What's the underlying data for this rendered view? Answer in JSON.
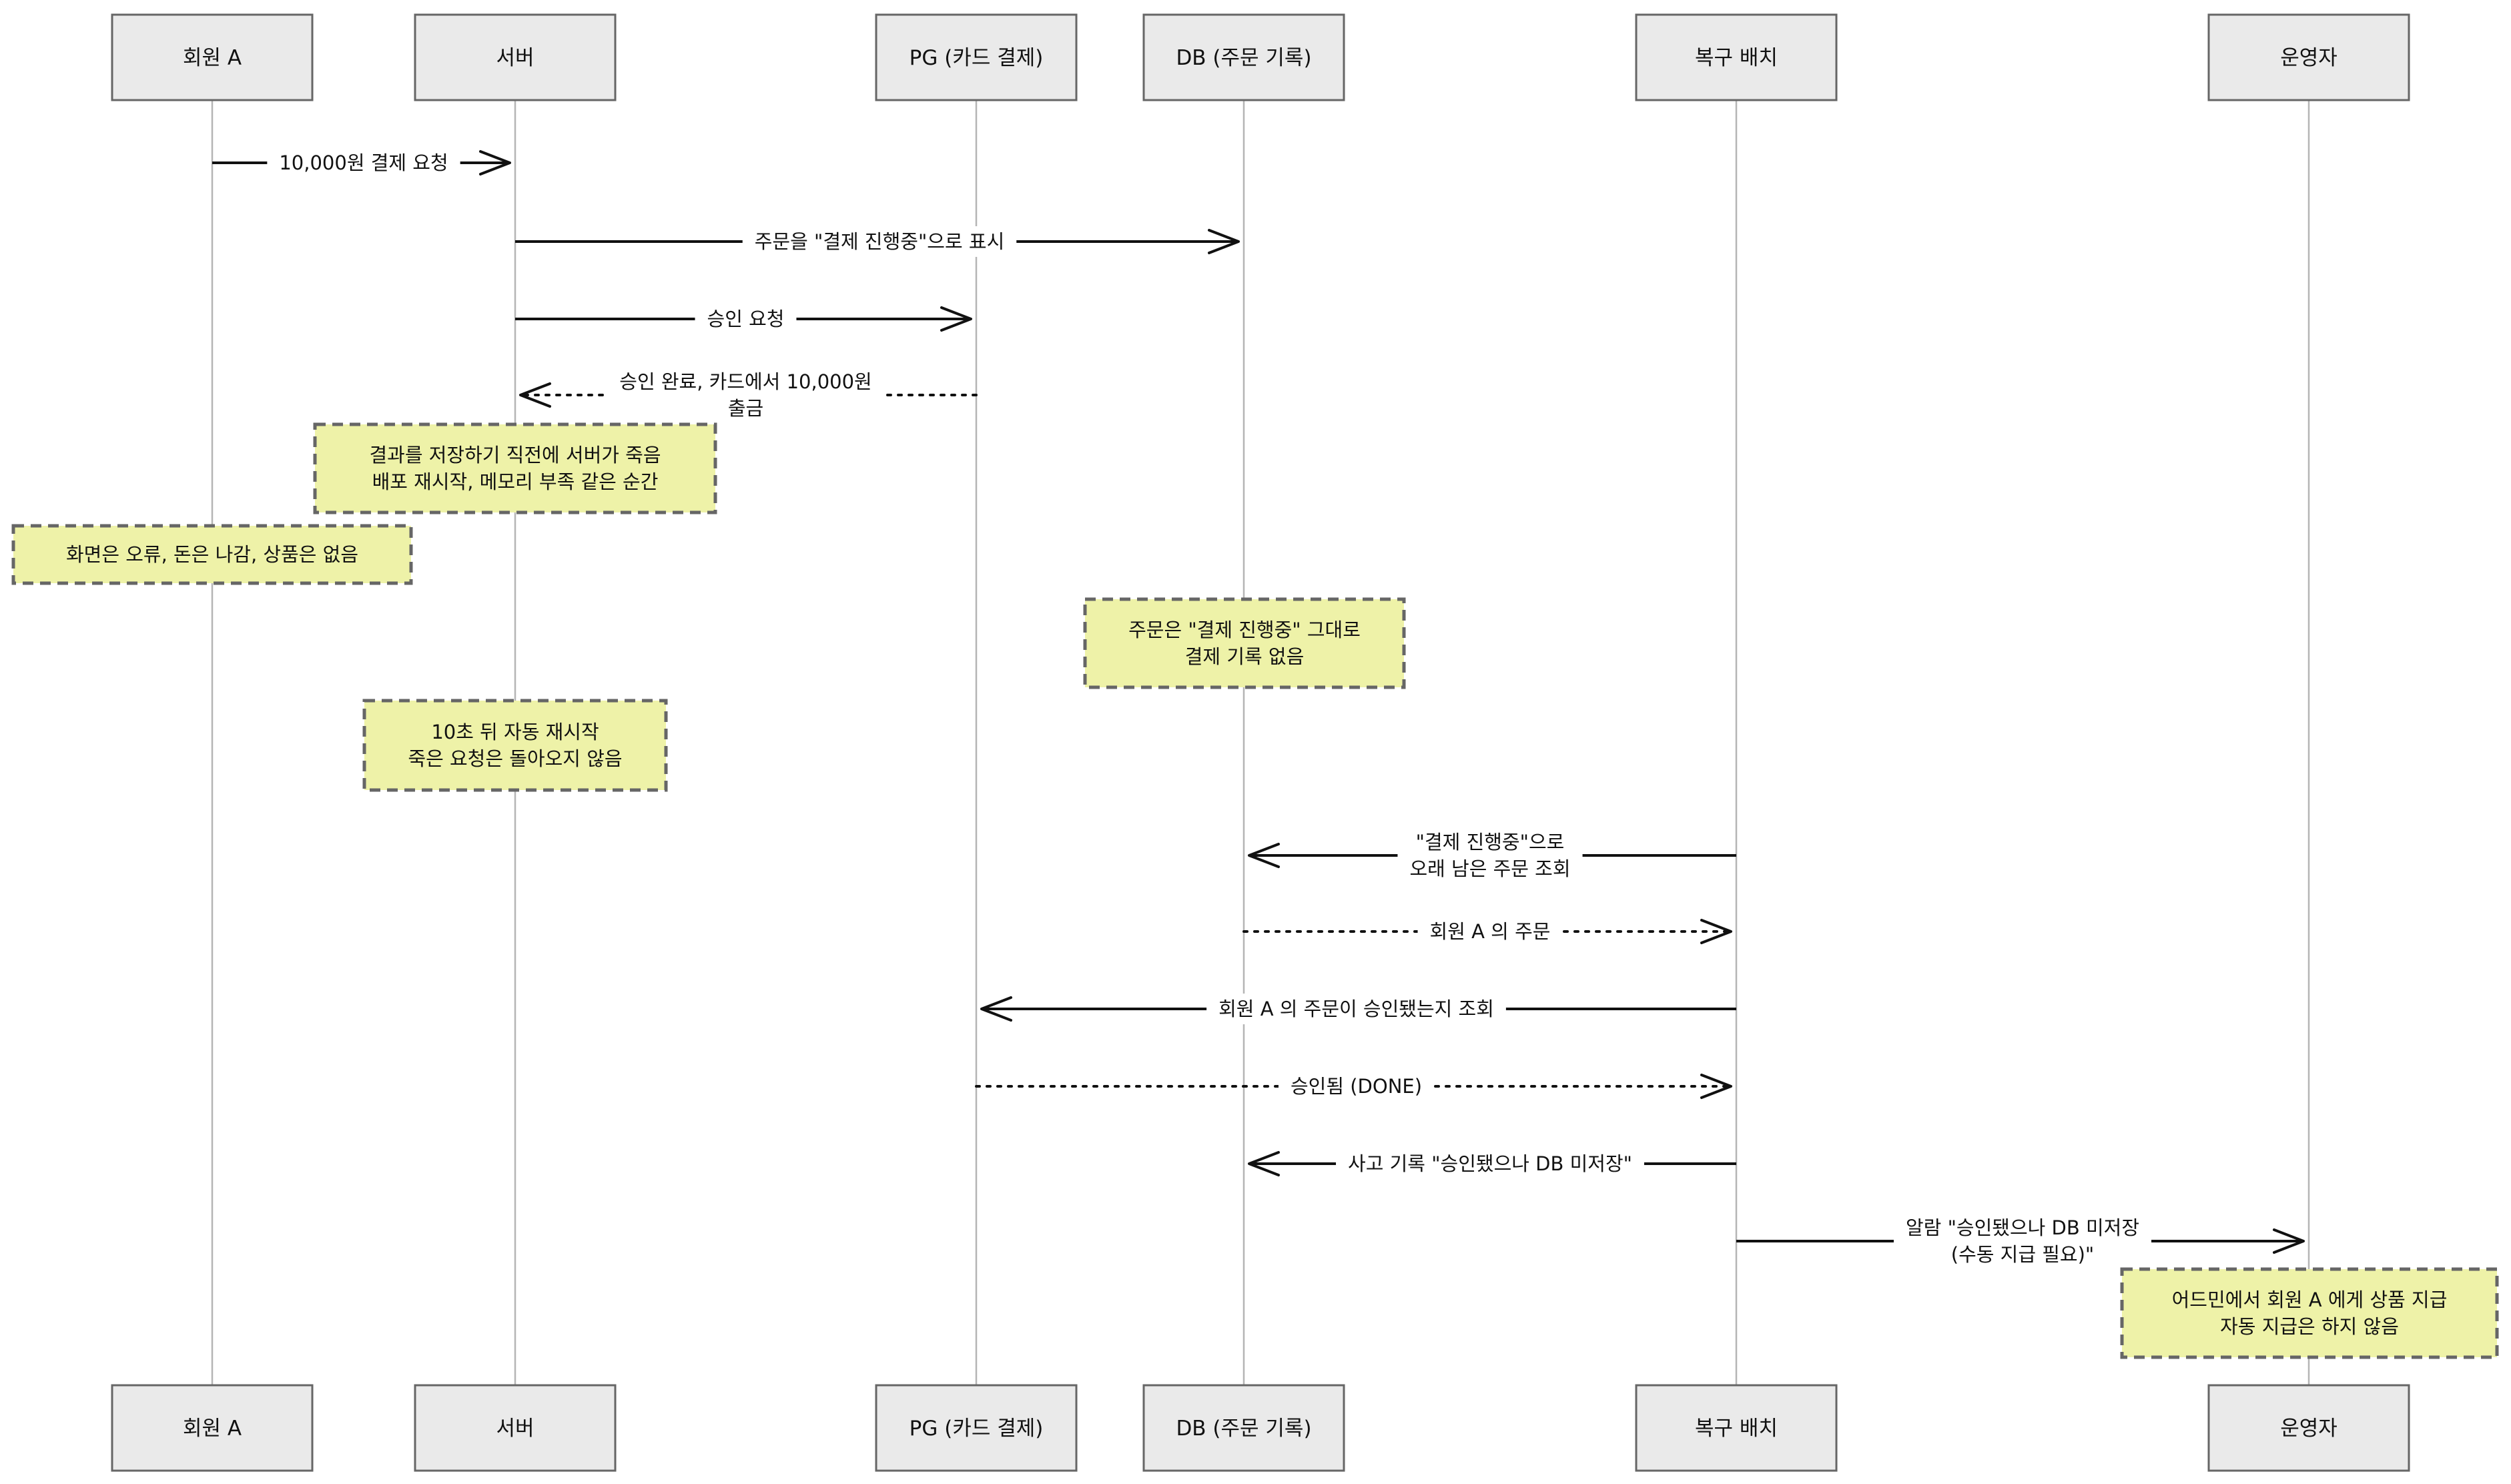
{
  "participants": [
    {
      "id": "member",
      "label": "회원 A"
    },
    {
      "id": "server",
      "label": "서버"
    },
    {
      "id": "pg",
      "label": "PG (카드 결제)"
    },
    {
      "id": "db",
      "label": "DB (주문 기록)"
    },
    {
      "id": "batch",
      "label": "복구 배치"
    },
    {
      "id": "operator",
      "label": "운영자"
    }
  ],
  "messages": [
    {
      "from": "member",
      "to": "server",
      "style": "solid",
      "lines": [
        "10,000원 결제 요청"
      ]
    },
    {
      "from": "server",
      "to": "db",
      "style": "solid",
      "lines": [
        "주문을 \"결제 진행중\"으로 표시"
      ]
    },
    {
      "from": "server",
      "to": "pg",
      "style": "solid",
      "lines": [
        "승인 요청"
      ]
    },
    {
      "from": "pg",
      "to": "server",
      "style": "dotted",
      "lines": [
        "승인 완료, 카드에서 10,000원",
        "출금"
      ]
    },
    {
      "from": "batch",
      "to": "db",
      "style": "solid",
      "lines": [
        "\"결제 진행중\"으로",
        "오래 남은 주문 조회"
      ]
    },
    {
      "from": "db",
      "to": "batch",
      "style": "dotted",
      "lines": [
        "회원 A 의 주문"
      ]
    },
    {
      "from": "batch",
      "to": "pg",
      "style": "solid",
      "lines": [
        "회원 A 의 주문이 승인됐는지 조회"
      ]
    },
    {
      "from": "pg",
      "to": "batch",
      "style": "dotted",
      "lines": [
        "승인됨 (DONE)"
      ]
    },
    {
      "from": "batch",
      "to": "db",
      "style": "solid",
      "lines": [
        "사고 기록 \"승인됐으나 DB 미저장\""
      ]
    },
    {
      "from": "batch",
      "to": "operator",
      "style": "solid",
      "lines": [
        "알람 \"승인됐으나 DB 미저장",
        "(수동 지급 필요)\""
      ]
    }
  ],
  "notes": [
    {
      "over": "server",
      "lines": [
        "결과를 저장하기 직전에 서버가 죽음",
        "배포 재시작, 메모리 부족 같은 순간"
      ]
    },
    {
      "over": "member",
      "lines": [
        "화면은 오류, 돈은 나감, 상품은 없음"
      ]
    },
    {
      "over": "db",
      "lines": [
        "주문은 \"결제 진행중\" 그대로",
        "결제 기록 없음"
      ]
    },
    {
      "over": "server",
      "lines": [
        "10초 뒤 자동 재시작",
        "죽은 요청은 돌아오지 않음"
      ]
    },
    {
      "over": "operator",
      "lines": [
        "어드민에서 회원 A 에게 상품 지급",
        "자동 지급은 하지 않음"
      ]
    }
  ],
  "colors": {
    "actor_fill": "#eaeaea",
    "actor_border": "#666666",
    "note_fill": "#eef2a8",
    "line": "#111111",
    "lifeline": "#b5b5b5"
  }
}
